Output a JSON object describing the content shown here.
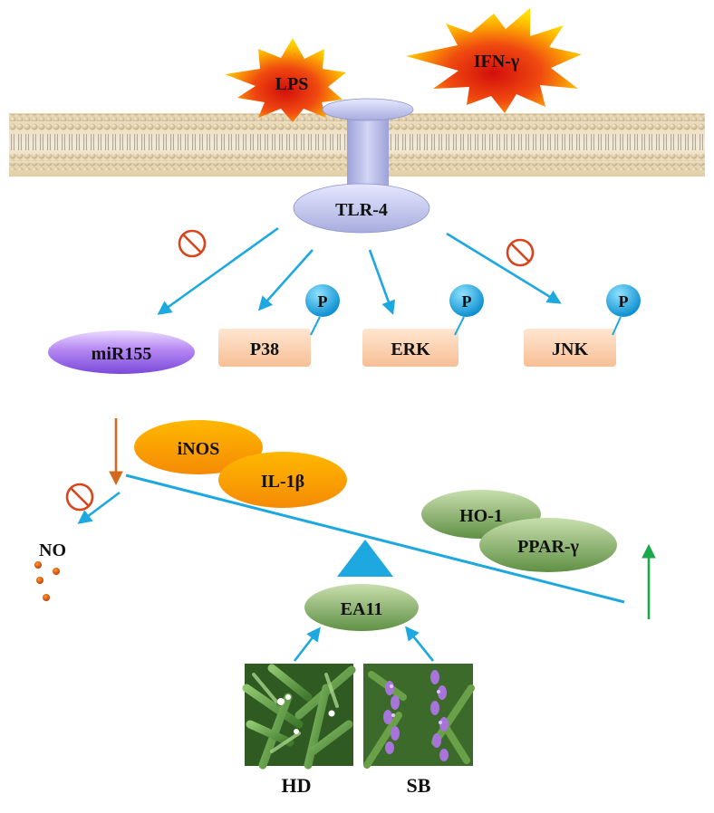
{
  "stimuli": {
    "lps": "LPS",
    "ifn_gamma": "IFN-γ"
  },
  "receptor": {
    "tlr4": "TLR-4"
  },
  "targets": {
    "mir155": "miR155",
    "p38": "P38",
    "erk": "ERK",
    "jnk": "JNK",
    "phospho": "P"
  },
  "mediators": {
    "inos": "iNOS",
    "il1b": "IL-1β",
    "no": "NO",
    "ho1": "HO-1",
    "ppar": "PPAR-γ"
  },
  "compound": {
    "ea11": "EA11"
  },
  "plants": {
    "hd": "HD",
    "sb": "SB"
  },
  "colors": {
    "arrow_blue": "#1ea8e0",
    "down_orange": "#d2691e",
    "up_green": "#1aa84a",
    "inhibit_red": "#d9441c",
    "burst_red": "#d71a0e",
    "burst_yellow": "#ffd200"
  }
}
